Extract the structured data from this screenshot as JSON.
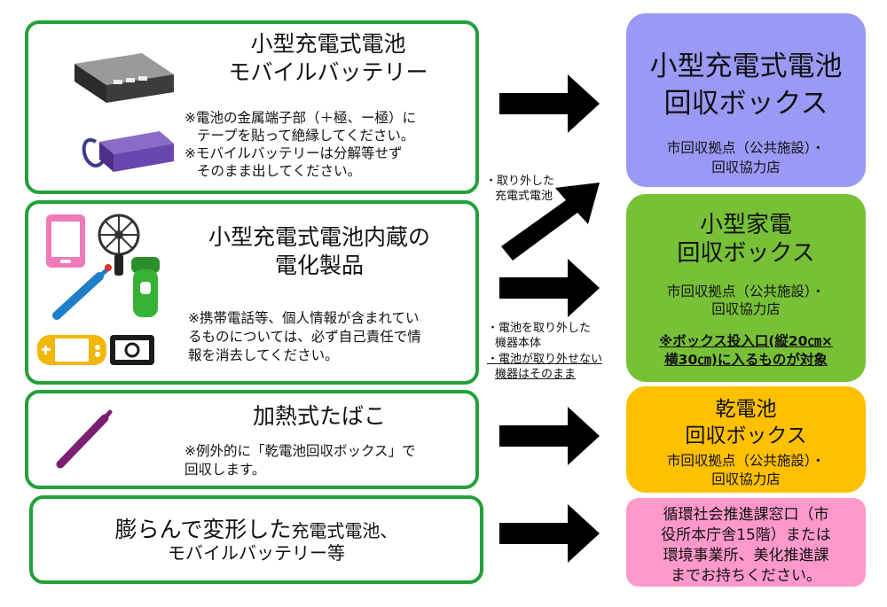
{
  "sources": {
    "battery": {
      "title_lines": [
        "小型充電式電池",
        "モバイルバッテリー"
      ],
      "note_lines": [
        "※電池の金属端子部（＋極、ー極）に",
        "テープを貼って絶縁してください。",
        "※モバイルバッテリーは分解等せず",
        "そのまま出してください。"
      ]
    },
    "appliance": {
      "title_lines": [
        "小型充電式電池内蔵の",
        "電化製品"
      ],
      "note_lines": [
        "※携帯電話等、個人情報が含まれてい",
        "るものについては、必ず自己責任で情",
        "報を消去してください。"
      ]
    },
    "tobacco": {
      "title": "加熱式たばこ",
      "note_lines": [
        "※例外的に「乾電池回収ボックス」で",
        "回収します。"
      ]
    },
    "swollen": {
      "title_big": "膨らんで変形した",
      "title_small": "充電式電池、",
      "title_line2": "モバイルバッテリー等"
    }
  },
  "arrow_labels": {
    "removed_battery": [
      "・取り外した",
      "充電式電池"
    ],
    "device_body": [
      "・電池を取り外した",
      "機器本体"
    ],
    "non_removable": [
      "・電池が取り外せない",
      "機器はそのまま"
    ]
  },
  "destinations": {
    "battery_box": {
      "title_lines": [
        "小型充電式電池",
        "回収ボックス"
      ],
      "sub_lines": [
        "市回収拠点（公共施設）・",
        "回収協力店"
      ],
      "color": "#9a9af6"
    },
    "appliance_box": {
      "title_lines": [
        "小型家電",
        "回収ボックス"
      ],
      "sub_lines": [
        "市回収拠点（公共施設）・",
        "回収協力店"
      ],
      "note_lines": [
        "※ボックス投入口(縦20㎝×",
        "横30㎝)に入るものが対象"
      ],
      "color": "#78c136"
    },
    "dry_battery_box": {
      "title_lines": [
        "乾電池",
        "回収ボックス"
      ],
      "sub_lines": [
        "市回収拠点（公共施設）・",
        "回収協力店"
      ],
      "color": "#ffc000"
    },
    "office": {
      "lines": [
        "循環社会推進課窓口（市",
        "役所本庁舎15階）または",
        "環境事業所、美化推進課",
        "までお持ちください。"
      ],
      "color": "#ff99cc"
    }
  },
  "colors": {
    "frame_green": "#23a03a",
    "arrow": "#000000"
  }
}
